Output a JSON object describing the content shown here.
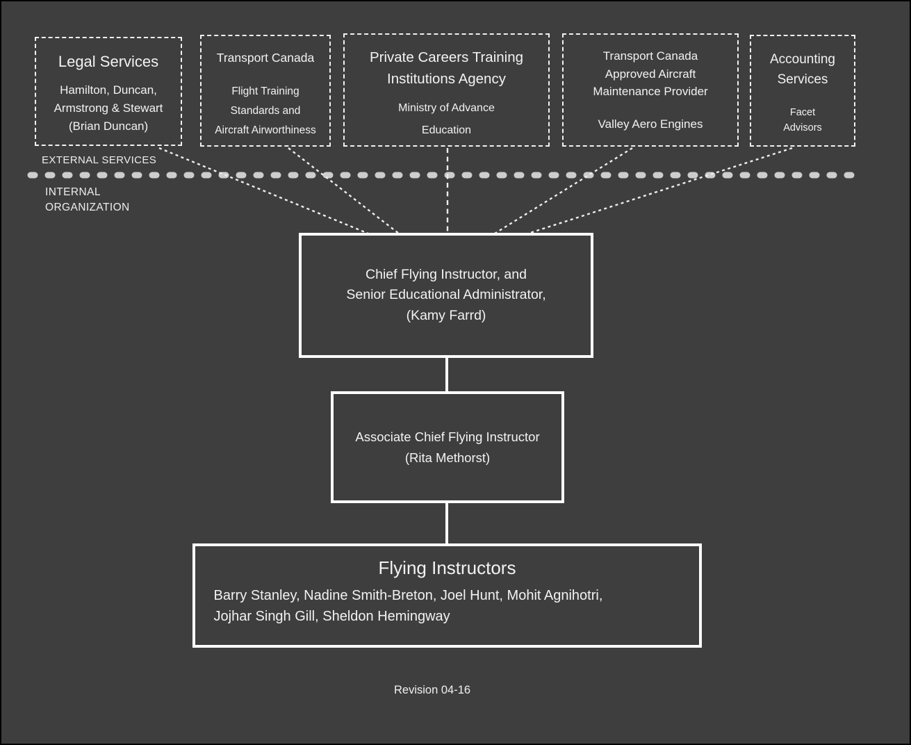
{
  "palette": {
    "background": "#3e3e3e",
    "frame_border": "#000000",
    "text": "#f2f2f2",
    "solid_box_border": "#ffffff",
    "dashed_box_border": "#f2f2f2",
    "divider_dashes": "#cdcdcd",
    "connector_lines": "#ededed"
  },
  "sections": {
    "external": {
      "label": "EXTERNAL SERVICES",
      "boxes": [
        {
          "title_lines": [
            "Legal Services"
          ],
          "subtitle_lines": [
            "Hamilton, Duncan,",
            "Armstrong & Stewart",
            "(Brian Duncan)"
          ]
        },
        {
          "title_lines": [
            "Transport Canada"
          ],
          "subtitle_lines": [
            "Flight Training",
            "Standards and",
            "Aircraft Airworthiness"
          ]
        },
        {
          "title_lines": [
            "Private Careers Training",
            "Institutions Agency"
          ],
          "subtitle_lines": [
            "Ministry of Advance",
            "Education"
          ]
        },
        {
          "title_lines": [
            "Transport Canada",
            "Approved Aircraft",
            "Maintenance Provider"
          ],
          "subtitle_lines": [
            "Valley Aero Engines"
          ]
        },
        {
          "title_lines": [
            "Accounting",
            "Services"
          ],
          "subtitle_lines": [
            "Facet",
            "Advisors"
          ]
        }
      ]
    },
    "internal": {
      "label_lines": [
        "INTERNAL",
        "ORGANIZATION"
      ],
      "nodes": {
        "chief": {
          "lines": [
            "Chief Flying Instructor, and",
            "Senior Educational Administrator,",
            "(Kamy Farrd)"
          ]
        },
        "associate": {
          "lines": [
            "Associate Chief Flying Instructor",
            "(Rita Methorst)"
          ]
        },
        "instructors": {
          "title": "Flying Instructors",
          "member_lines": [
            "Barry Stanley, Nadine Smith-Breton, Joel Hunt, Mohit Agnihotri,",
            "Jojhar Singh Gill, Sheldon Hemingway"
          ]
        }
      }
    }
  },
  "footer": {
    "revision": "Revision 04-16"
  }
}
